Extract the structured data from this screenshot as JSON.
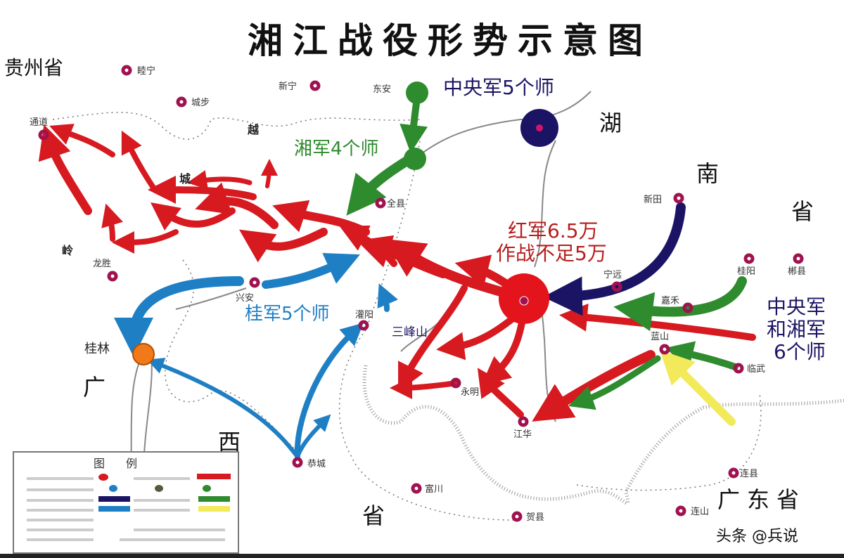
{
  "title": "湘江战役形势示意图",
  "provinces": {
    "guizhou": "贵州省",
    "hunan": [
      "湖",
      "南",
      "省"
    ],
    "guangxi": [
      "广",
      "西",
      "省"
    ],
    "guangdong": "广东省"
  },
  "annotations": {
    "central_5": "中央军5个师",
    "xiang_4": "湘军4个师",
    "red_army_1": "红军6.5万",
    "red_army_2": "作战不足5万",
    "gui_5": "桂军5个师",
    "central_xiang_1": "中央军",
    "central_xiang_2": "和湘军",
    "central_xiang_3": "6个师",
    "sanfengshan": "三峰山"
  },
  "mountains": [
    "越",
    "城",
    "岭"
  ],
  "towns": {
    "suining": "睦宁",
    "xinning": "新宁",
    "chengbu": "城步",
    "dongan": "东安",
    "tongdao": "通道",
    "longsheng": "龙胜",
    "quanxian": "全县",
    "xingan": "兴安",
    "guanyang": "灌阳",
    "guilin": "桂林",
    "gongcheng": "恭城",
    "fuchuan": "富川",
    "hexian": "贺县",
    "jianghua": "江华",
    "yongming": "永明",
    "ningyuan": "宁远",
    "xintian": "新田",
    "guiyang": "桂阳",
    "chenxian": "郴县",
    "jiahe": "嘉禾",
    "lanshan": "蓝山",
    "linwu": "临武",
    "lianxian": "连县",
    "lianshan": "连山"
  },
  "legend": {
    "title": "图例"
  },
  "watermark": "头条 @兵说",
  "colors": {
    "red_army": "#d71920",
    "central_army": "#1b1464",
    "xiang_army": "#2e8b2e",
    "gui_army": "#1f7fc4",
    "yue_army": "#f2ea5a",
    "town": "#a0124f",
    "guilin": "#f07a1a"
  }
}
